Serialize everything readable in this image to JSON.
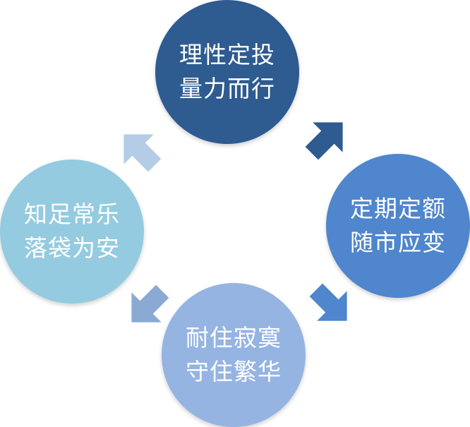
{
  "colors": {
    "top": "#2e5b90",
    "right": "#4f86cd",
    "bottom": "#95b4e2",
    "left": "#94cbe0",
    "arrow_top_right": "#2e5b90",
    "arrow_right_bottom": "#4f86cd",
    "arrow_bottom_left": "#8aaad4",
    "arrow_left_top": "#b4cce6"
  },
  "nodes": {
    "top": {
      "line1": "理性定投",
      "line2": "量力而行"
    },
    "right": {
      "line1": "定期定额",
      "line2": "随市应变"
    },
    "bottom": {
      "line1": "耐住寂寞",
      "line2": "守住繁华"
    },
    "left": {
      "line1": "知足常乐",
      "line2": "落袋为安"
    }
  },
  "arrows": [
    {
      "name": "arrow-top-to-right",
      "color_key": "arrow_top_right"
    },
    {
      "name": "arrow-right-to-bottom",
      "color_key": "arrow_right_bottom"
    },
    {
      "name": "arrow-bottom-to-left",
      "color_key": "arrow_bottom_left"
    },
    {
      "name": "arrow-left-to-top",
      "color_key": "arrow_left_top"
    }
  ]
}
